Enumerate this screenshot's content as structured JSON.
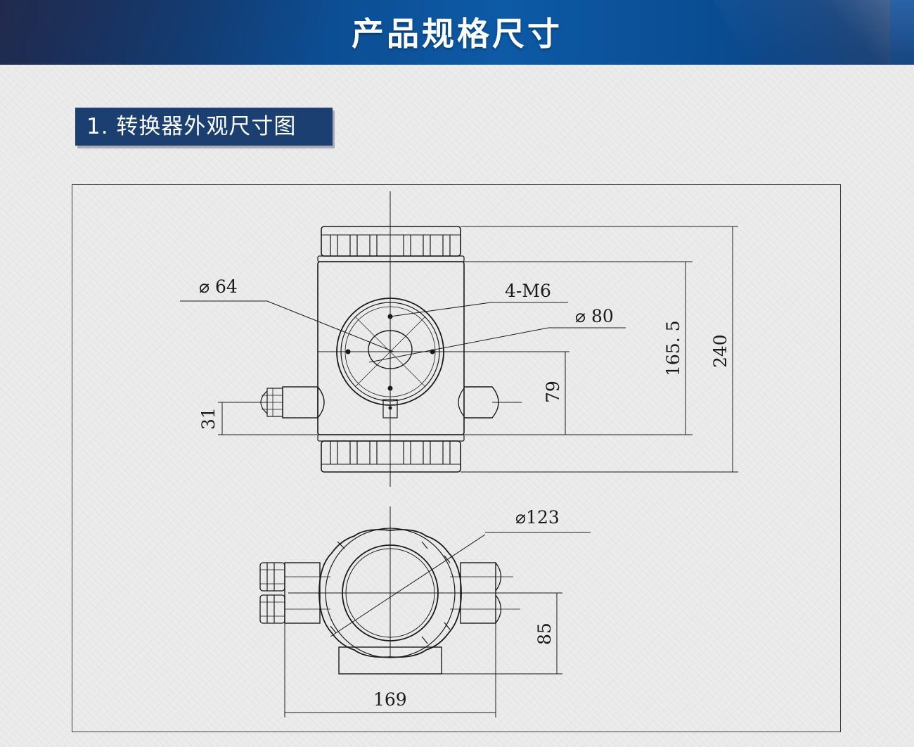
{
  "header": {
    "title": "产品规格尺寸"
  },
  "section": {
    "label": "1. 转换器外观尺寸图"
  },
  "drawing": {
    "dimensions": {
      "d64": "⌀ 64",
      "m6": "4-M6",
      "d80": "⌀ 80",
      "h165": "165. 5",
      "h240": "240",
      "h79": "79",
      "h31": "31",
      "d123": "⌀123",
      "h85": "85",
      "w169": "169"
    }
  },
  "colors": {
    "header_blue": "#0c4a8d",
    "label_bg": "#1b3f70",
    "line": "#1a1a1a"
  }
}
